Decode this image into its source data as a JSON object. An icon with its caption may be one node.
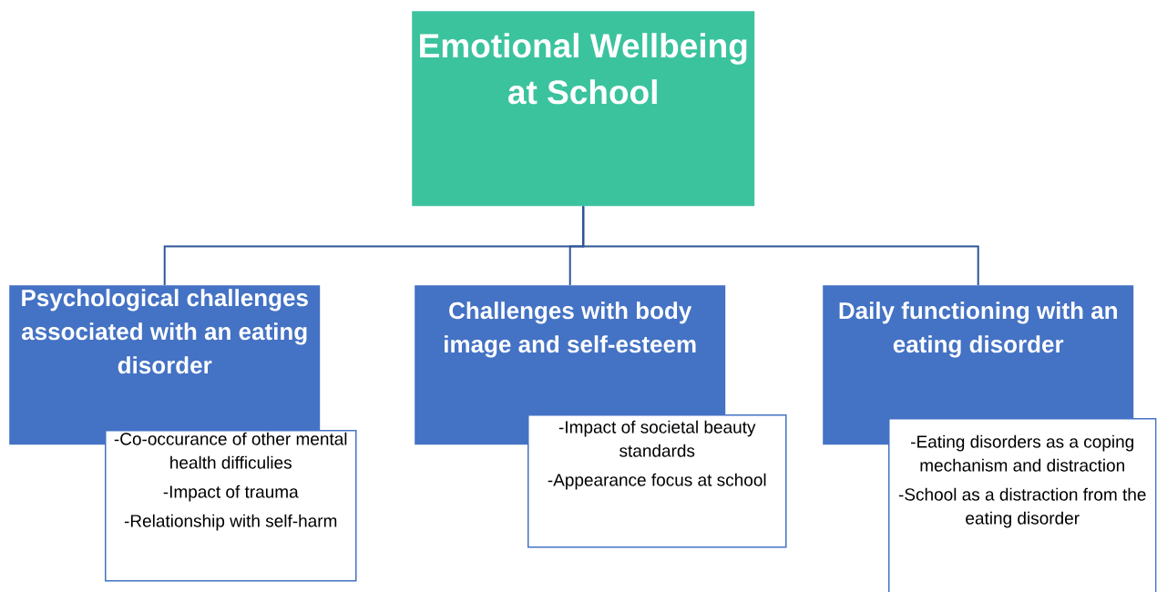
{
  "diagram": {
    "nodes": [
      {
        "text": [
          "Emotional Wellbeing at School"
        ]
      },
      {
        "text": [
          "Psychological challenges associated with an eating disorder"
        ]
      },
      {
        "text": [
          "Challenges with body image and self-esteem"
        ]
      },
      {
        "text": [
          "Daily functioning with an eating disorder"
        ]
      },
      {
        "text": [
          "-Co-occurance of other mental health difficulies",
          "-Impact of trauma",
          "-Relationship with self-harm"
        ]
      },
      {
        "text": [
          "-Impact of societal beauty standards",
          "-Appearance focus at school"
        ]
      },
      {
        "text": [
          "-Eating disorders as a coping mechanism and distraction",
          "-School as a distraction from the eating disorder"
        ]
      }
    ],
    "edges": [
      {
        "from": 0,
        "to": 1,
        "arrow": "none"
      },
      {
        "from": 0,
        "to": 2,
        "arrow": "none"
      },
      {
        "from": 0,
        "to": 3,
        "arrow": "none"
      }
    ]
  }
}
